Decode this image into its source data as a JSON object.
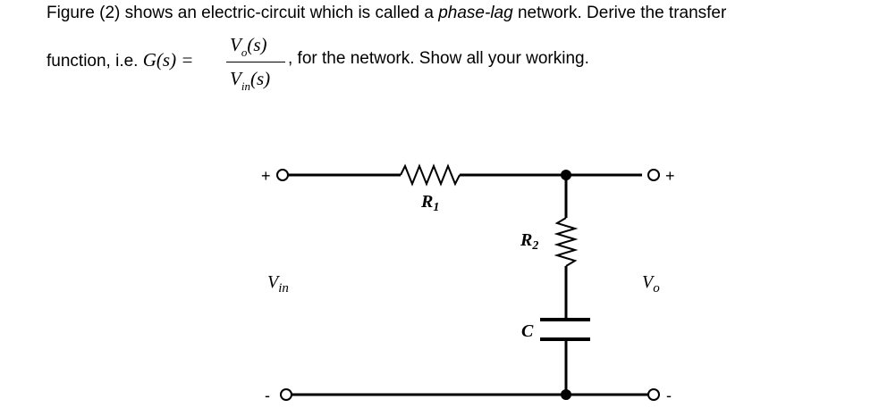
{
  "question": {
    "line1_a": "Figure (2) shows an electric-circuit which is called a ",
    "line1_italic": "phase-lag",
    "line1_b": " network.  Derive the transfer",
    "line2_a": "function, i.e. ",
    "g_of_s": "G(s) =",
    "numerator": "V",
    "numerator_sub": "o",
    "numerator_arg": "(s)",
    "denominator": "V",
    "denominator_sub": "in",
    "denominator_arg": "(s)",
    "line2_b": ", for the network.  Show all your working."
  },
  "circuit": {
    "r1_label": "R",
    "r1_sub": "1",
    "r2_label": "R",
    "r2_sub": "2",
    "c_label": "C",
    "vin_label": "V",
    "vin_sub": "in",
    "vo_label": "V",
    "vo_sub": "o",
    "plus_left": "+",
    "minus_left": "-",
    "plus_right": "+",
    "minus_right": "-"
  }
}
